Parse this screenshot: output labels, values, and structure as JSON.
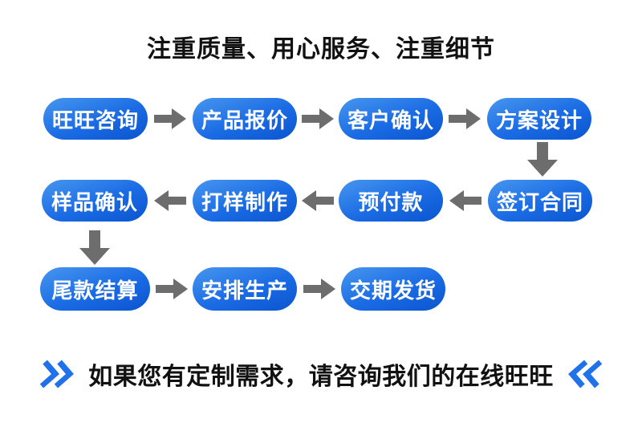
{
  "title": "注重质量、用心服务、注重细节",
  "colors": {
    "background": "#ffffff",
    "text": "#111111",
    "pill_top": "#4796f0",
    "pill_mid": "#1a6be4",
    "pill_bottom": "#0b55cf",
    "arrow": "#6d6d6d",
    "chevron": "#1f72e9"
  },
  "flow": {
    "rows": [
      {
        "steps": [
          "旺旺咨询",
          "产品报价",
          "客户确认",
          "方案设计"
        ],
        "arrow_direction": "right"
      },
      {
        "steps": [
          "样品确认",
          "打样制作",
          "预付款",
          "签订合同"
        ],
        "arrow_direction": "left"
      },
      {
        "steps": [
          "尾款结算",
          "安排生产",
          "交期发货"
        ],
        "arrow_direction": "right"
      }
    ],
    "down_connectors": [
      {
        "from": "方案设计",
        "to": "签订合同"
      },
      {
        "from": "样品确认",
        "to": "尾款结算"
      }
    ],
    "sequence": [
      "旺旺咨询",
      "产品报价",
      "客户确认",
      "方案设计",
      "签订合同",
      "预付款",
      "打样制作",
      "样品确认",
      "尾款结算",
      "安排生产",
      "交期发货"
    ]
  },
  "footer": {
    "text": "如果您有定制需求，请咨询我们的在线旺旺",
    "left_icon": "double-chevron-right",
    "right_icon": "double-chevron-left"
  }
}
